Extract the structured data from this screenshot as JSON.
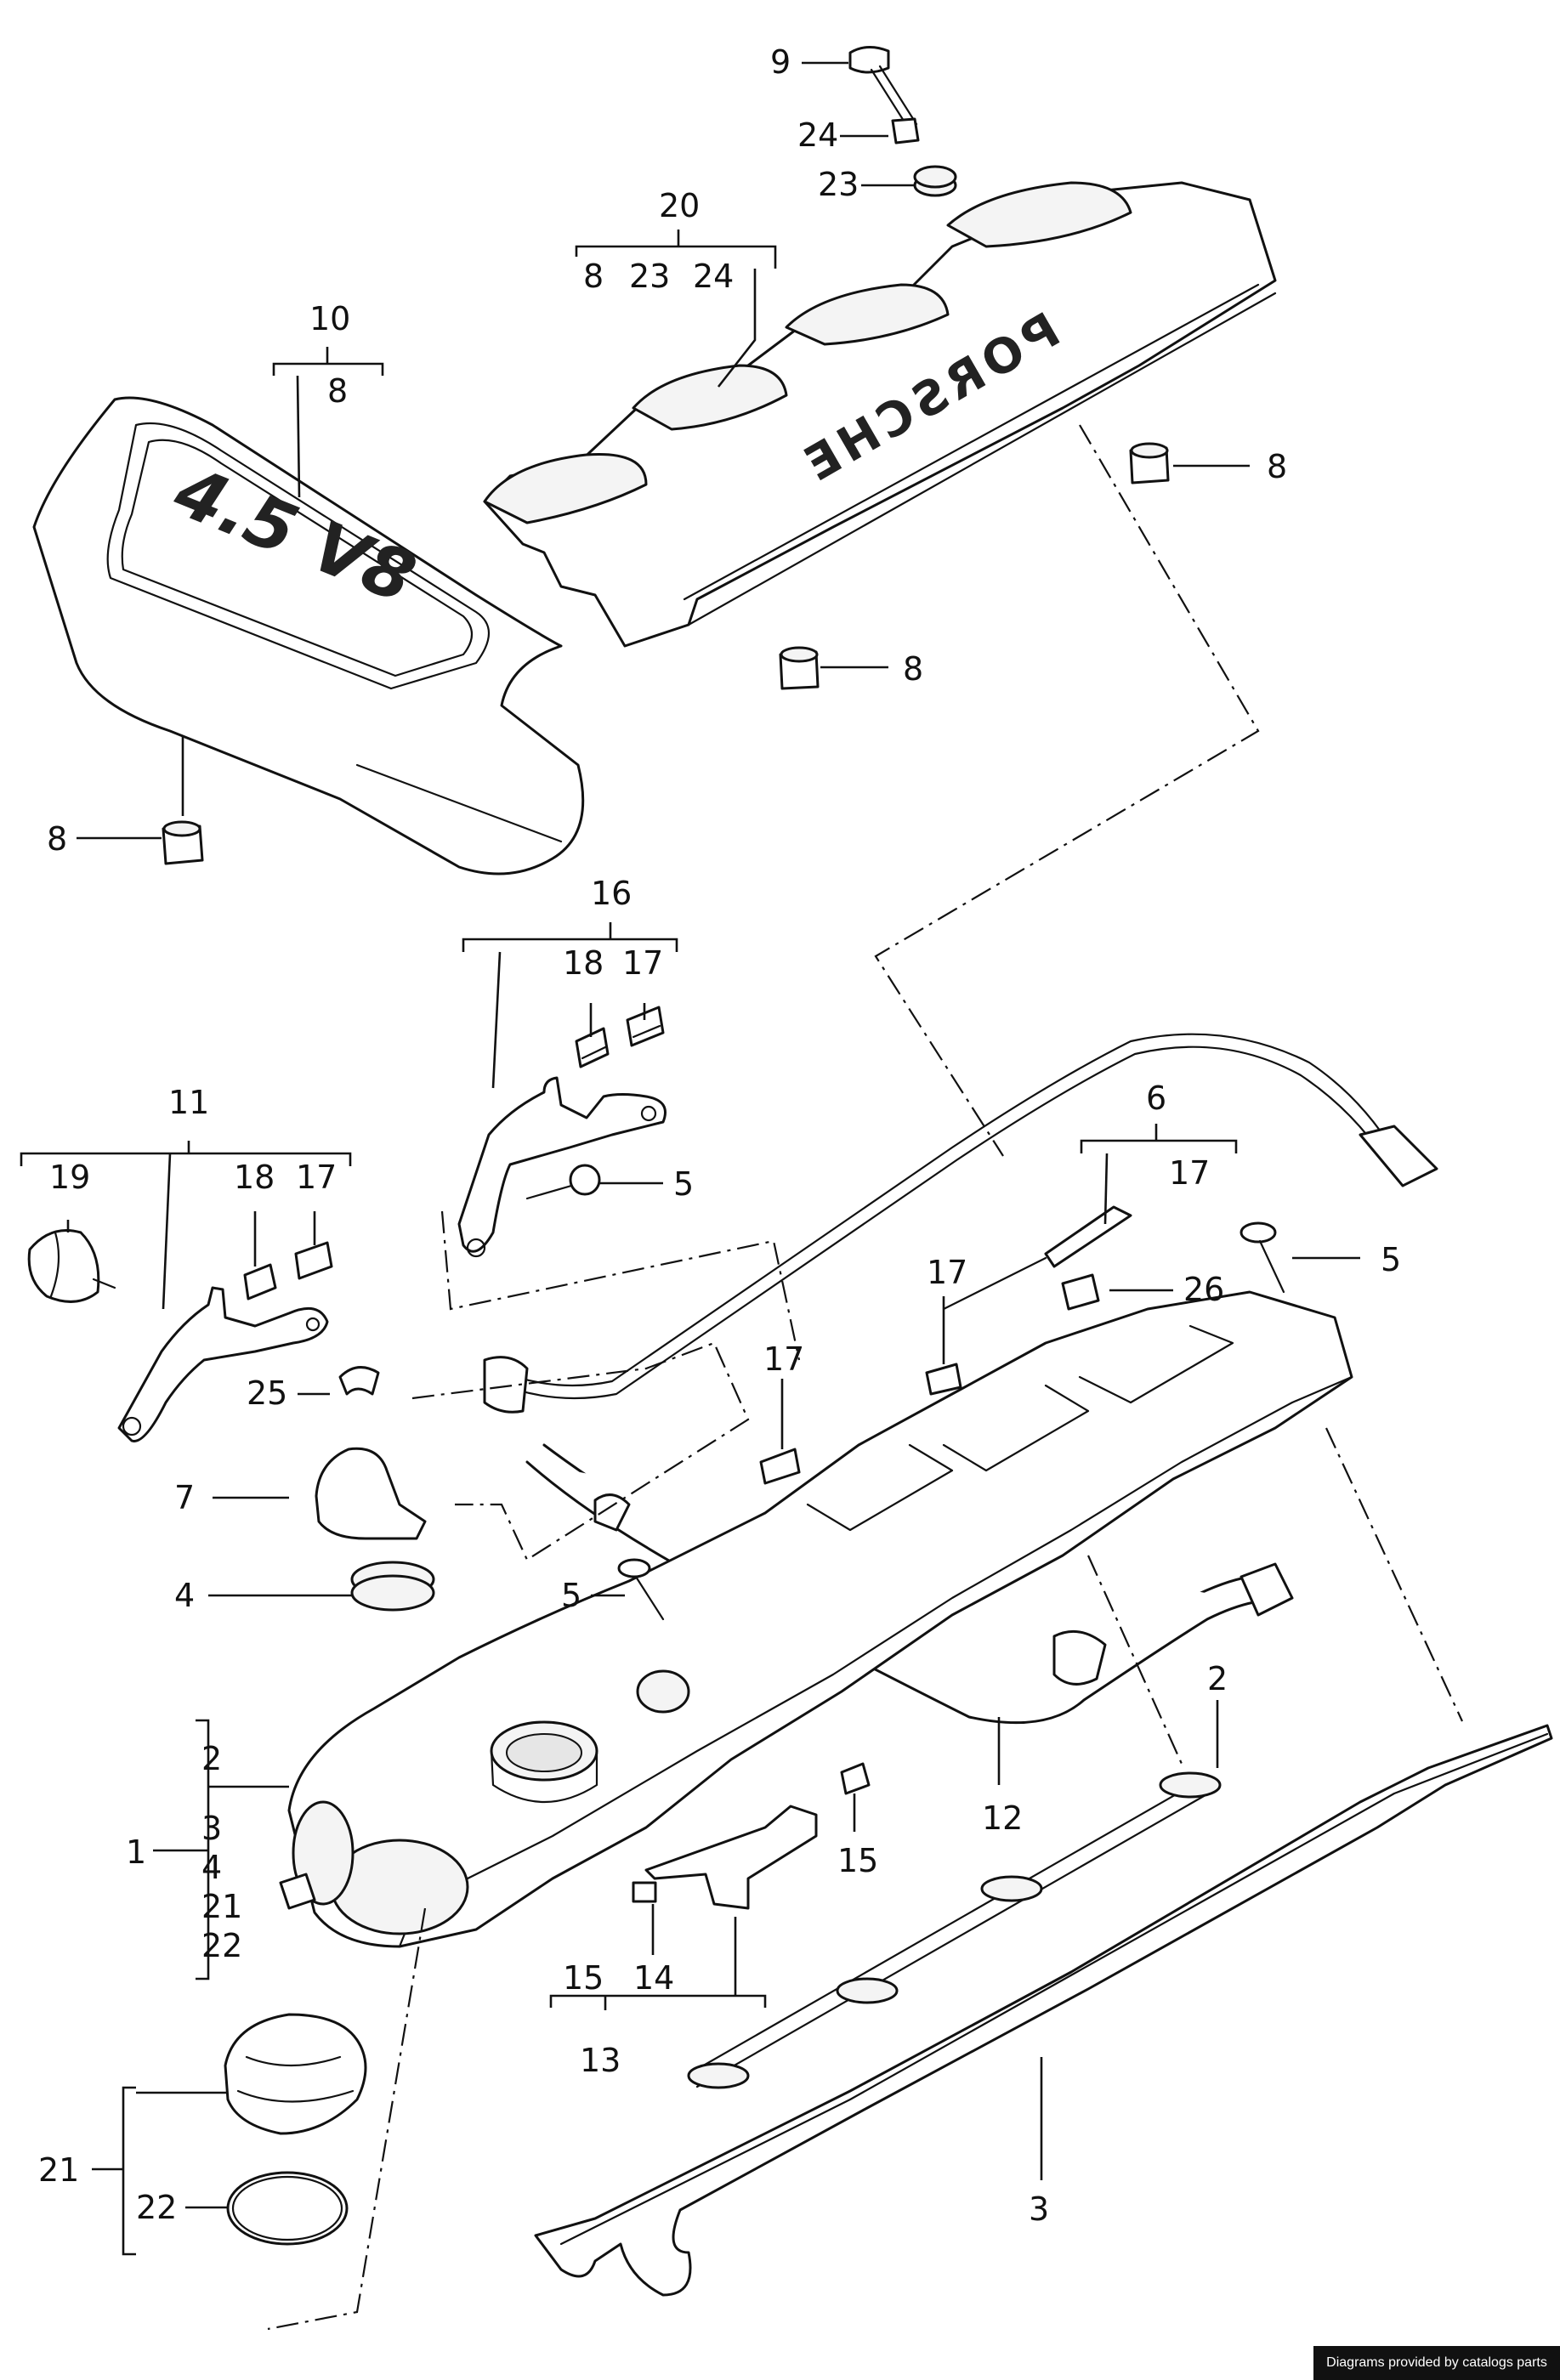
{
  "labels": {
    "p1": "1",
    "p2a": "2",
    "p2b": "2",
    "p3a": "3",
    "p3b": "3",
    "p4a": "4",
    "p4b": "4",
    "p5a": "5",
    "p5b": "5",
    "p5c": "5",
    "p6": "6",
    "p7": "7",
    "p8a": "8",
    "p8b": "8",
    "p8c": "8",
    "p8d": "8",
    "p8e": "8",
    "p9": "9",
    "p10": "10",
    "p11": "11",
    "p12": "12",
    "p13": "13",
    "p14": "14",
    "p15a": "15",
    "p15b": "15",
    "p16": "16",
    "p17a": "17",
    "p17b": "17",
    "p17c": "17",
    "p17d": "17",
    "p17e": "17",
    "p18a": "18",
    "p18b": "18",
    "p19": "19",
    "p20": "20",
    "p21a": "21",
    "p21b": "21",
    "p22a": "22",
    "p22b": "22",
    "p23a": "23",
    "p23b": "23",
    "p24a": "24",
    "p24b": "24",
    "p25": "25",
    "p26": "26"
  },
  "cover_texts": {
    "left_cover": "4.5 V8",
    "right_cover": "PORSCHE"
  },
  "credit": "Diagrams provided by catalogs parts"
}
